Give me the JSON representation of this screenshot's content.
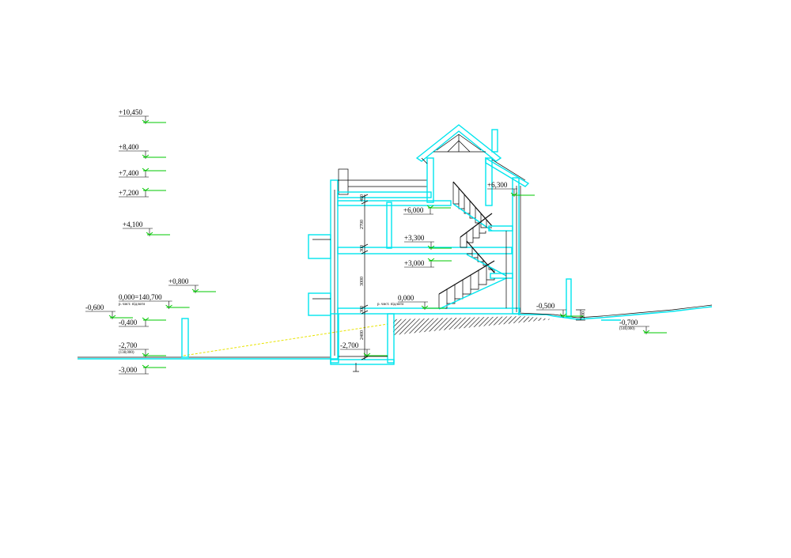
{
  "colors": {
    "walls": "#00e5ee",
    "marks": "#00c800",
    "lines": "#000000",
    "ground_dashed": "#e8e400"
  },
  "left_marks": [
    {
      "label": "+10,450"
    },
    {
      "label": "+8,400"
    },
    {
      "label": "+7,400"
    },
    {
      "label": "+7,200"
    },
    {
      "label": "+4,100"
    },
    {
      "label": "+0,800"
    },
    {
      "label": "0,000=140,700"
    },
    {
      "label": "р. чист. підлоги"
    },
    {
      "label": "-0,600"
    },
    {
      "label": "-0,400"
    },
    {
      "label": "-2,700"
    },
    {
      "label": "(138,000)"
    },
    {
      "label": "-3,000"
    }
  ],
  "section_marks": [
    {
      "label": "+6,300"
    },
    {
      "label": "+6,000"
    },
    {
      "label": "+3,300"
    },
    {
      "label": "+3,000"
    },
    {
      "label": "0,000"
    },
    {
      "label": "р. чист. підлоги"
    },
    {
      "label": "-2,700"
    },
    {
      "label": "-0,500"
    },
    {
      "label": "-0,700"
    },
    {
      "label": "(140,000)"
    }
  ],
  "dimensions": [
    "400",
    "2700",
    "300",
    "3000",
    "300",
    "2400",
    "200"
  ]
}
